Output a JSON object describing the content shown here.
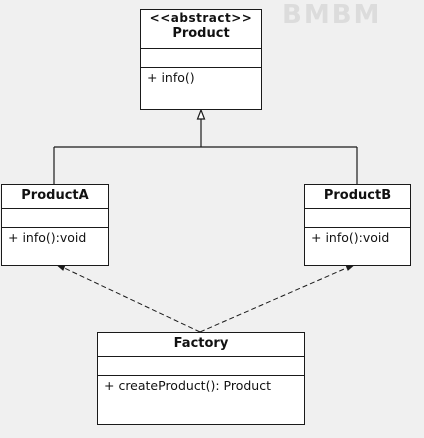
{
  "watermark": "BMBM",
  "classes": {
    "product": {
      "stereotype": "<<abstract>>",
      "name": "Product",
      "op": "+ info()"
    },
    "product_a": {
      "name": "ProductA",
      "op": "+ info():void"
    },
    "product_b": {
      "name": "ProductB",
      "op": "+ info():void"
    },
    "factory": {
      "name": "Factory",
      "op": "+ createProduct():  Product"
    }
  },
  "colors": {
    "line": "#1a1a1a",
    "box_fill": "#ffffff",
    "background": "#f0f0f0"
  }
}
